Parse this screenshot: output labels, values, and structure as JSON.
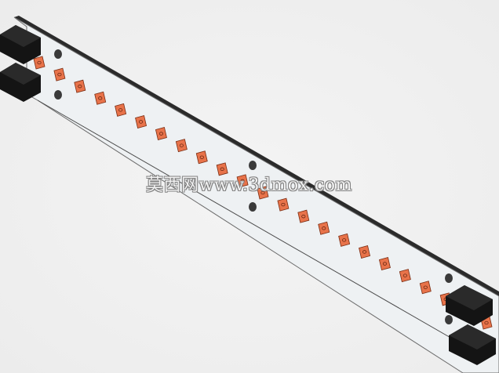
{
  "watermark": {
    "text": "莫西网www.3dmox.com"
  },
  "colors": {
    "background": "#efefef",
    "board_face": "#eef1f3",
    "board_edge": "#2b2b2b",
    "led_pad": "#e8734a",
    "led_pad_outline": "#7a2e14",
    "connector": "#141414",
    "hole": "#3a3a3a"
  },
  "model": {
    "led_count": 23,
    "mounting_hole_pairs": 3,
    "connector_count": 4
  }
}
